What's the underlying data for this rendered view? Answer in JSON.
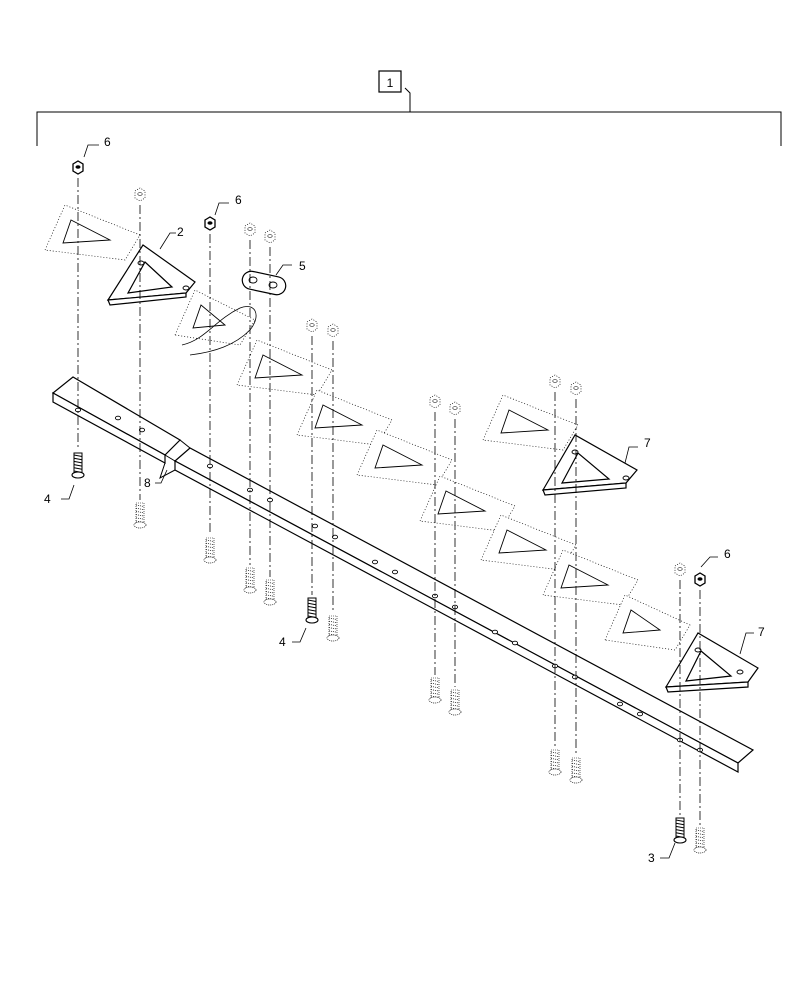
{
  "callouts": {
    "assembly": "1",
    "section_2": "2",
    "bolt_3": "3",
    "bolt_4a": "4",
    "bolt_4b": "4",
    "clip_5": "5",
    "nut_6a": "6",
    "nut_6b": "6",
    "nut_6c": "6",
    "section_7a": "7",
    "section_7b": "7",
    "bar_8": "8"
  }
}
